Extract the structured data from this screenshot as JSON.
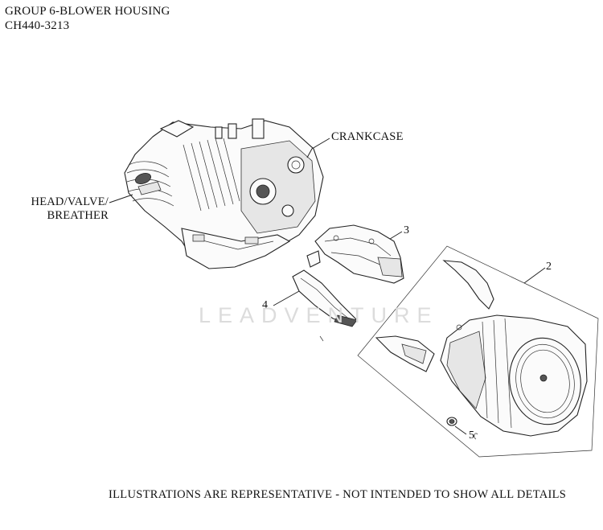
{
  "header": {
    "title": "GROUP 6-BLOWER HOUSING",
    "model": "CH440-3213"
  },
  "labels": {
    "crankcase": "CRANKCASE",
    "head_line1": "HEAD/VALVE/",
    "head_line2": "BREATHER"
  },
  "callouts": [
    "3",
    "2",
    "4",
    "5"
  ],
  "watermark": "LEADVENTURE",
  "footer": "ILLUSTRATIONS ARE REPRESENTATIVE - NOT INTENDED TO SHOW ALL DETAILS"
}
